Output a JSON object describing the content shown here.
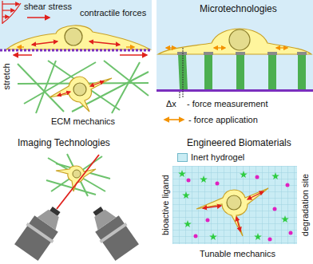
{
  "diagram": {
    "labels": [
      "shear stress",
      "contractile forces",
      "stretch",
      "ECM mechanics",
      "Microtechnologies",
      "Δx",
      "Imaging Technologies",
      "Engineered Biomaterials",
      "bioactive ligand",
      "degradation site",
      "Tunable mechanics"
    ],
    "legend": [
      {
        "text": "- force measurement"
      },
      {
        "text": "- force application"
      },
      {
        "text": "Inert hydrogel",
        "color": "#c9ecf4"
      }
    ]
  }
}
